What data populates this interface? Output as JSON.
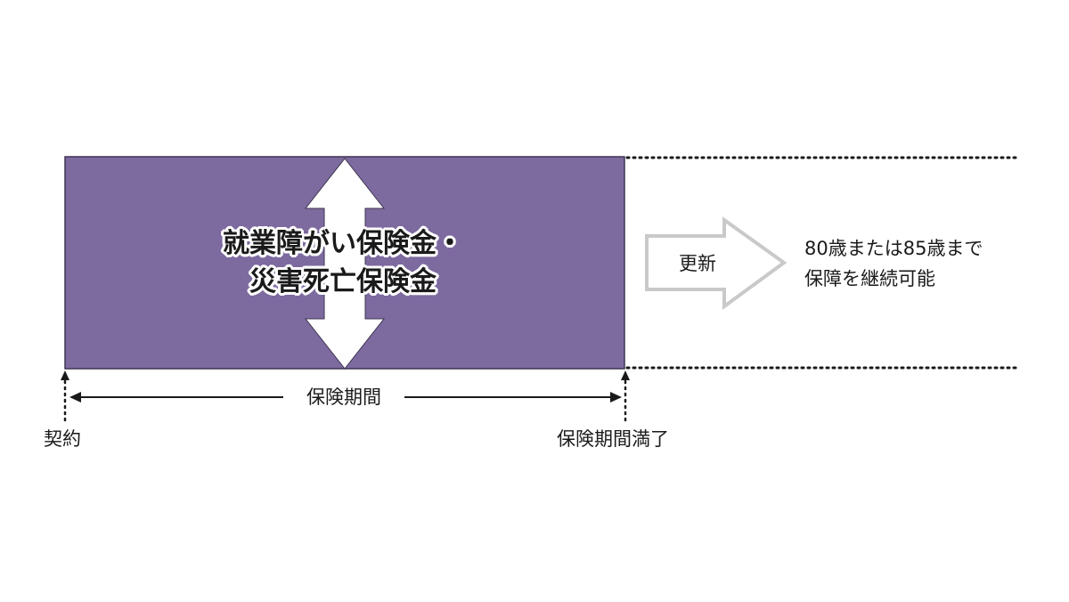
{
  "colors": {
    "coverage_fill": "#7d6a9f",
    "coverage_border": "#3e3550",
    "renew_arrow": "#c9c9c9",
    "text": "#1a1a1a",
    "line": "#1a1a1a"
  },
  "icons": [
    "double-headed-vertical-arrow-icon",
    "right-arrow-icon",
    "double-headed-horizontal-arrow-icon"
  ],
  "coverage": {
    "line1": "就業障がい保険金・",
    "line2": "災害死亡保険金"
  },
  "renewal": {
    "label": "更新",
    "desc_line1": "80歳または85歳まで",
    "desc_line2": "保障を継続可能"
  },
  "timeline": {
    "period_label": "保険期間",
    "start_label": "契約",
    "end_label": "保険期間満了"
  }
}
